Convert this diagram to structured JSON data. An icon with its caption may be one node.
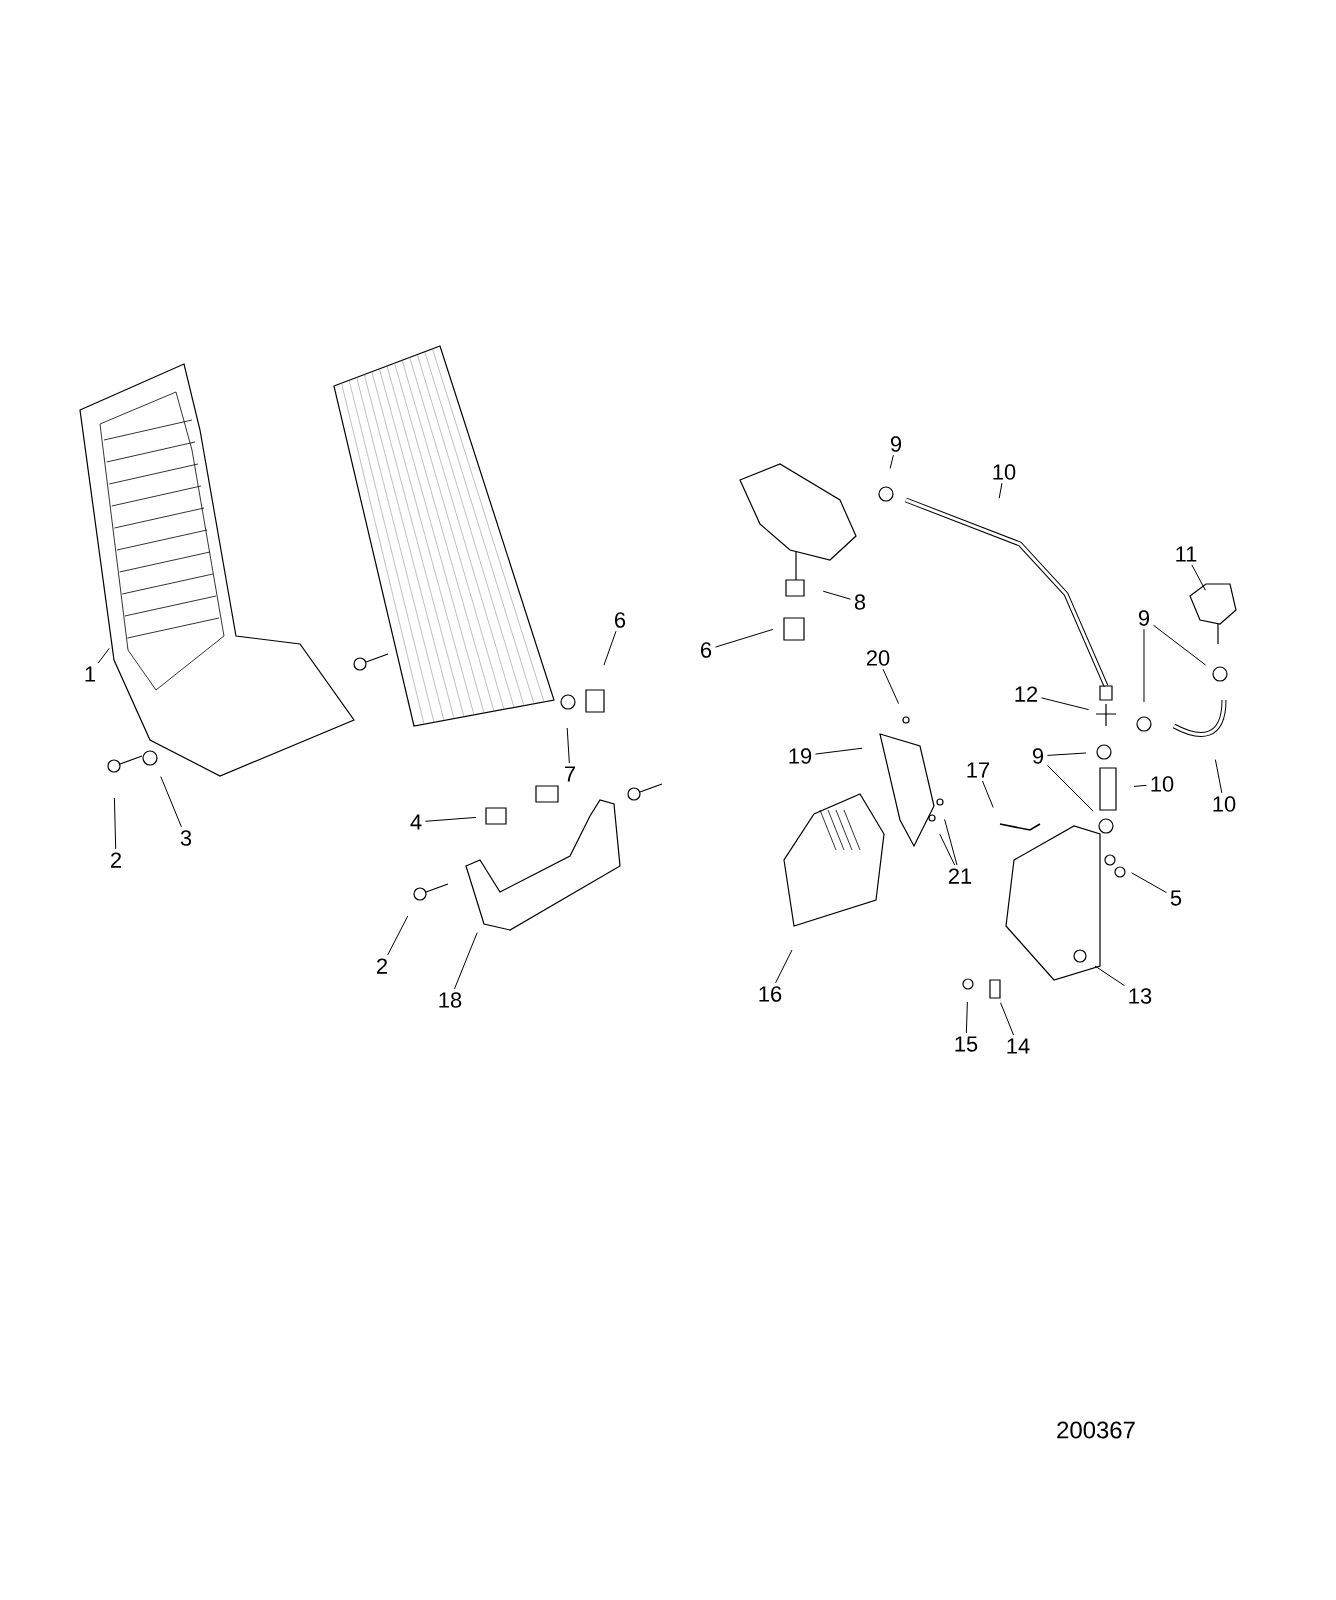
{
  "diagram": {
    "nodes": [
      {
        "text": [
          "9"
        ]
      },
      {
        "text": [
          "10"
        ]
      },
      {
        "text": [
          "11"
        ]
      },
      {
        "text": [
          "8"
        ]
      },
      {
        "text": [
          "6"
        ]
      },
      {
        "text": [
          "9"
        ]
      },
      {
        "text": [
          "6"
        ]
      },
      {
        "text": [
          "20"
        ]
      },
      {
        "text": [
          "1"
        ]
      },
      {
        "text": [
          "12"
        ]
      },
      {
        "text": [
          "9"
        ]
      },
      {
        "text": [
          "19"
        ]
      },
      {
        "text": [
          "17"
        ]
      },
      {
        "text": [
          "7"
        ]
      },
      {
        "text": [
          "10"
        ]
      },
      {
        "text": [
          "10"
        ]
      },
      {
        "text": [
          "4"
        ]
      },
      {
        "text": [
          "3"
        ]
      },
      {
        "text": [
          "2"
        ]
      },
      {
        "text": [
          "21"
        ]
      },
      {
        "text": [
          "5"
        ]
      },
      {
        "text": [
          "2"
        ]
      },
      {
        "text": [
          "16"
        ]
      },
      {
        "text": [
          "13"
        ]
      },
      {
        "text": [
          "18"
        ]
      },
      {
        "text": [
          "15"
        ]
      },
      {
        "text": [
          "14"
        ]
      }
    ],
    "edges": [
      {
        "from": 0,
        "to": null,
        "arrow": "none"
      },
      {
        "from": 1,
        "to": null,
        "arrow": "none"
      },
      {
        "from": 2,
        "to": null,
        "arrow": "none"
      },
      {
        "from": 3,
        "to": null,
        "arrow": "none"
      },
      {
        "from": 4,
        "to": null,
        "arrow": "none"
      },
      {
        "from": 5,
        "to": null,
        "arrow": "none"
      },
      {
        "from": 5,
        "to": null,
        "arrow": "none"
      },
      {
        "from": 6,
        "to": null,
        "arrow": "none"
      },
      {
        "from": 7,
        "to": null,
        "arrow": "none"
      },
      {
        "from": 8,
        "to": null,
        "arrow": "none"
      },
      {
        "from": 9,
        "to": null,
        "arrow": "none"
      },
      {
        "from": 10,
        "to": null,
        "arrow": "none"
      },
      {
        "from": 10,
        "to": null,
        "arrow": "none"
      },
      {
        "from": 11,
        "to": null,
        "arrow": "none"
      },
      {
        "from": 12,
        "to": null,
        "arrow": "none"
      },
      {
        "from": 13,
        "to": null,
        "arrow": "none"
      },
      {
        "from": 14,
        "to": null,
        "arrow": "none"
      },
      {
        "from": 15,
        "to": null,
        "arrow": "none"
      },
      {
        "from": 16,
        "to": null,
        "arrow": "none"
      },
      {
        "from": 17,
        "to": null,
        "arrow": "none"
      },
      {
        "from": 18,
        "to": null,
        "arrow": "none"
      },
      {
        "from": 19,
        "to": null,
        "arrow": "none"
      },
      {
        "from": 19,
        "to": null,
        "arrow": "none"
      },
      {
        "from": 20,
        "to": null,
        "arrow": "none"
      },
      {
        "from": 21,
        "to": null,
        "arrow": "none"
      },
      {
        "from": 22,
        "to": null,
        "arrow": "none"
      },
      {
        "from": 23,
        "to": null,
        "arrow": "none"
      },
      {
        "from": 24,
        "to": null,
        "arrow": "none"
      },
      {
        "from": 25,
        "to": null,
        "arrow": "none"
      },
      {
        "from": 26,
        "to": null,
        "arrow": "none"
      }
    ],
    "labels": [
      "200367"
    ]
  }
}
